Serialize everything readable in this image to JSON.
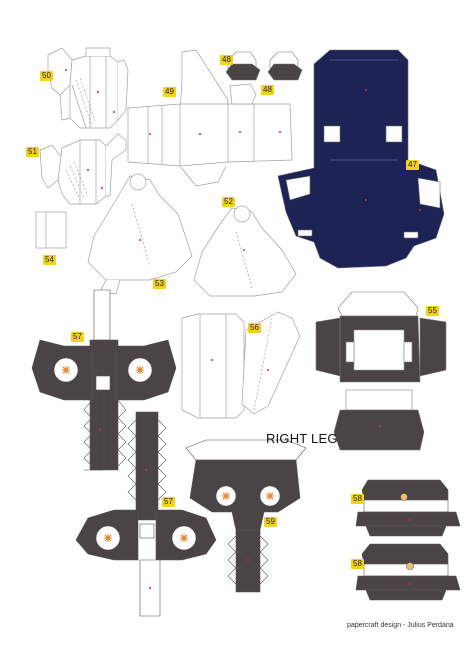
{
  "sheet": {
    "title": "RIGHT LEG",
    "credit": "papercraft design - Julius Perdana"
  },
  "parts": {
    "p50": "50",
    "p49": "49",
    "p48a": "48",
    "p48b": "48",
    "p47": "47",
    "p51": "51",
    "p52": "52",
    "p53": "53",
    "p54": "54",
    "p55": "55",
    "p56": "56",
    "p57a": "57",
    "p57b": "57",
    "p58a": "58",
    "p58b": "58",
    "p59": "59"
  },
  "colors": {
    "navy": "#1d2354",
    "dark_gray": "#4a4446",
    "label_yellow": "#f2d21b",
    "fold_red": "#d9283a",
    "outline": "#9a9a9a",
    "ornament_orange": "#e07a1e"
  }
}
